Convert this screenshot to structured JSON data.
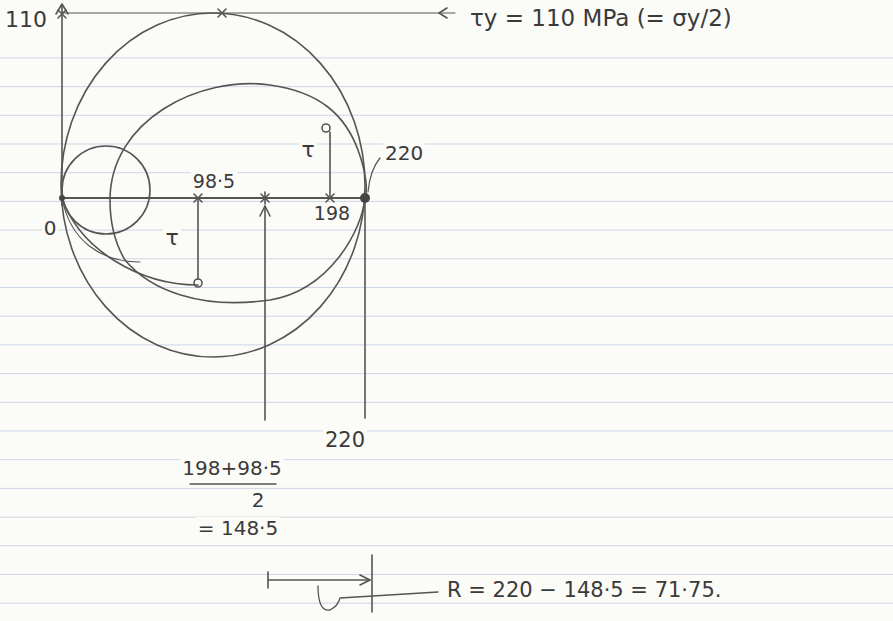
{
  "diagram": {
    "labels": [
      "110",
      "τy = 110 MPa (= σy/2)",
      "0",
      "τ",
      "220",
      "98·5",
      "198",
      "τ",
      "220",
      "198+98·5",
      "2",
      "= 148·5",
      "R = 220 − 148·5 = 71·75."
    ]
  }
}
